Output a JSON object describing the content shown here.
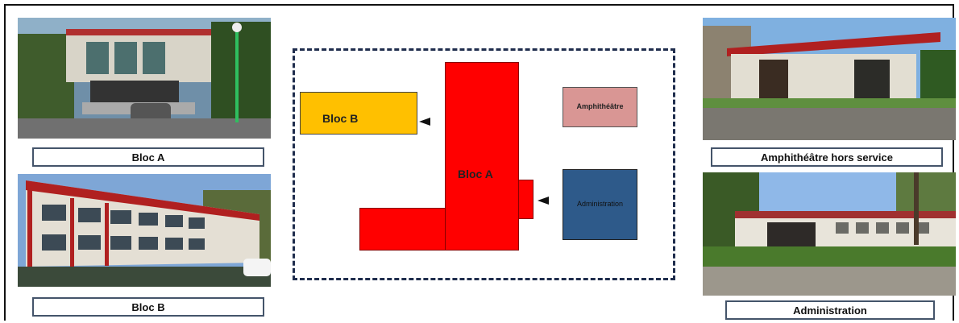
{
  "photos": [
    {
      "caption": "Bloc A"
    },
    {
      "caption": "Bloc B"
    },
    {
      "caption": "Amphithéâtre hors service"
    },
    {
      "caption": "Administration"
    }
  ],
  "plan": {
    "bloc_b": "Bloc B",
    "bloc_a": "Bloc A",
    "amphitheatre": "Amphithéâtre",
    "administration": "Administration"
  },
  "colors": {
    "bloc_a": "#ff0000",
    "bloc_b": "#ffc000",
    "amphitheatre": "#d99694",
    "administration": "#2e5a8a",
    "plan_border": "#1f2d4d",
    "caption_border": "#44546a"
  }
}
